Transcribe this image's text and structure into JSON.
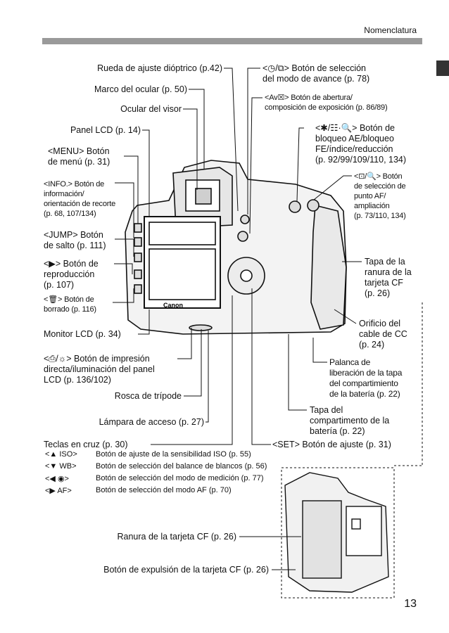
{
  "header": {
    "section": "Nomenclatura"
  },
  "labels": {
    "rueda": "Rueda de ajuste dióptrico (p.42)",
    "marco": "Marco del ocular (p. 50)",
    "ocular": "Ocular del visor",
    "panel_lcd": "Panel LCD (p. 14)",
    "menu_1": "<MENU> Botón",
    "menu_2": "de menú (p. 31)",
    "info_1": "<INFO.> Botón de",
    "info_2": "información/",
    "info_3": "orientación de recorte",
    "info_4": "(p. 68, 107/134)",
    "jump_1": "<JUMP> Botón",
    "jump_2": "de salto (p. 111)",
    "play_1": "<▶> Botón de",
    "play_2": "reproducción",
    "play_3": "(p. 107)",
    "trash_1": "<🗑> Botón de",
    "trash_2": "borrado (p. 116)",
    "monitor": "Monitor LCD (p. 34)",
    "print_1": "<⎙/☼> Botón de impresión",
    "print_2": "directa/iluminación del panel",
    "print_3": "LCD (p. 136/102)",
    "rosca": "Rosca de trípode",
    "lampara": "Lámpara de acceso (p. 27)",
    "avance_1": "<◷/⧉> Botón de selección",
    "avance_2": "del modo de avance (p. 78)",
    "av_1": "<Av☒> Botón de abertura/",
    "av_2": "composición de exposición (p. 86/89)",
    "ae_1": "<✱/☷·🔍> Botón de",
    "ae_2": "bloqueo AE/bloqueo",
    "ae_3": "FE/índice/reducción",
    "ae_4": "(p. 92/99/109/110, 134)",
    "af_1": "<⊡/🔍> Botón",
    "af_2": "de selección de",
    "af_3": "punto AF/",
    "af_4": "ampliación",
    "af_5": "(p. 73/110, 134)",
    "tapa_cf_1": "Tapa de la",
    "tapa_cf_2": "ranura de la",
    "tapa_cf_3": "tarjeta CF",
    "tapa_cf_4": "(p. 26)",
    "dc_1": "Orificio del",
    "dc_2": "cable de CC",
    "dc_3": "(p. 24)",
    "palanca_1": "Palanca de",
    "palanca_2": "liberación de la tapa",
    "palanca_3": "del compartimiento",
    "palanca_4": "de la batería (p. 22)",
    "tapa_bat_1": "Tapa del",
    "tapa_bat_2": "compartimento de la",
    "tapa_bat_3": "batería (p. 22)",
    "teclas": "Teclas en cruz (p. 30)",
    "set": "<SET> Botón de ajuste (p. 31)",
    "ranura": "Ranura de la tarjeta CF (p. 26)",
    "expulsion": "Botón de expulsión de la tarjeta CF (p. 26)"
  },
  "cross_keys": [
    {
      "key": "<▲ ISO>",
      "desc": "Botón de ajuste de la sensibilidad ISO (p. 55)"
    },
    {
      "key": "<▼ WB>",
      "desc": "Botón de selección del balance de blancos (p. 56)"
    },
    {
      "key": "<◀ ◉>",
      "desc": "Botón de selección del modo de medición (p. 77)"
    },
    {
      "key": "<▶ AF>",
      "desc": "Botón de selección del modo AF (p. 70)"
    }
  ],
  "camera": {
    "brand": "Canon"
  },
  "page_number": "13"
}
